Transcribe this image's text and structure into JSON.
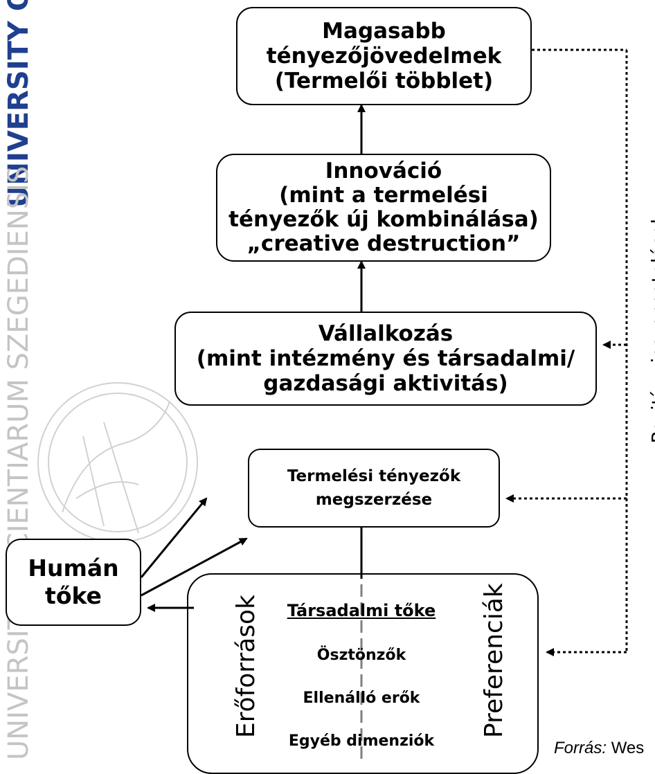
{
  "watermark": {
    "line_bold": "UNIVERSITY OF SZ",
    "line_light": "UNIVERSITAS SCIENTIARUM SZEGEDIENSIS"
  },
  "boxes": {
    "top": [
      "Magasabb",
      "tényezőjövedelmek",
      "(Termelői többlet)"
    ],
    "innovation": [
      "Innováció",
      "(mint a termelési",
      "tényezők új kombinálása)",
      "„creative destruction”"
    ],
    "enterprise": [
      "Vállalkozás",
      "(mint intézmény és társadalmi/",
      "gazdasági aktivitás)"
    ],
    "factors": [
      "Termelési tényezők",
      "megszerzése"
    ],
    "human": [
      "Humán",
      "tőke"
    ],
    "social": {
      "left_label": "Erőforrások",
      "right_label": "Preferenciák",
      "items": [
        "Társadalmi tőke",
        "Ösztönzők",
        "Ellenálló erők",
        "Egyéb dimenziók"
      ]
    }
  },
  "feedback_label": "Pozitív visszacsatolások",
  "source": {
    "label": "Forrás:",
    "text": "Wes"
  },
  "colors": {
    "stroke": "#000000",
    "watermark_bold": "#1f3f8f",
    "watermark_light": "#c4c4c4",
    "dashed_center": "#7f7f7f"
  }
}
